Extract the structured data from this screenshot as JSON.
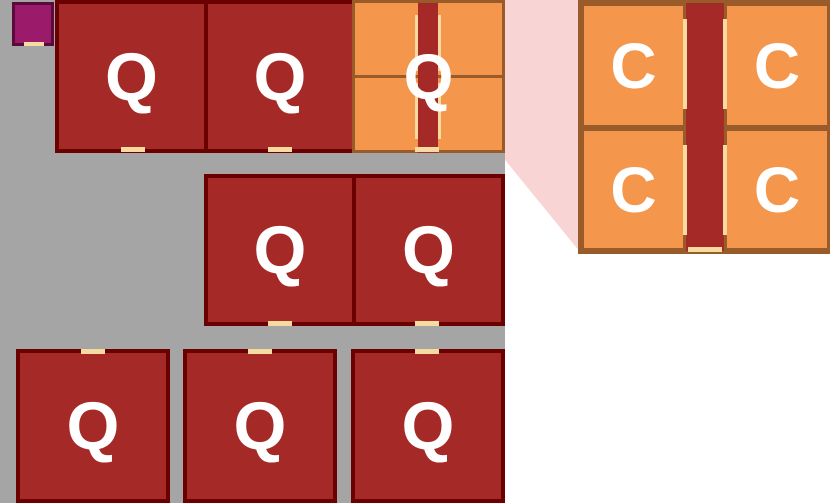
{
  "labels": {
    "quiet_room": "Q",
    "cubicle": "C"
  },
  "colors": {
    "floor": "#a5a5a5",
    "quiet_room_fill": "#a52a27",
    "quiet_room_border": "#6b0000",
    "cubicle_fill": "#f4964b",
    "cubicle_border": "#9a5b2a",
    "corridor": "#a52a27",
    "door": "#f6dba0",
    "zoom_wedge": "#f9d4d4",
    "small_room": "#9b1a6a"
  },
  "icons": {
    "door": "door-marker",
    "small_room": "magenta-square-icon"
  }
}
